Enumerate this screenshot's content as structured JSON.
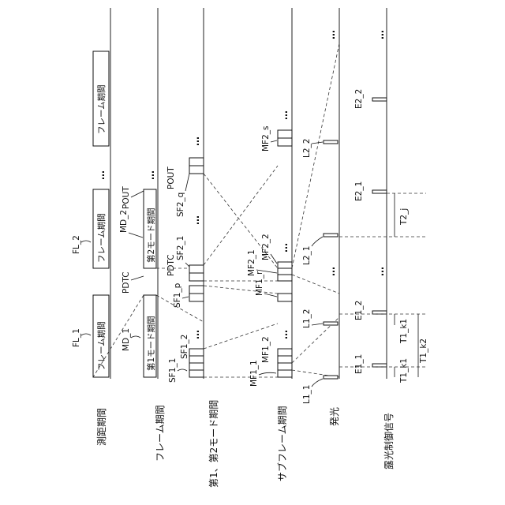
{
  "rows": {
    "ranging_period": "測距期間",
    "frame_period": "フレーム期間",
    "mode_period": "第1、第2モード期間",
    "subframe_period": "サブフレーム期間",
    "light_emission": "発光",
    "exposure_control": "露光制御信号"
  },
  "labels": {
    "fl1": "FL_1",
    "fl2": "FL_2",
    "frame1": "フレーム期間",
    "frame2": "フレーム期間",
    "frame3": "フレーム期間",
    "md1": "MD_1",
    "md2": "MD_2",
    "mode1": "第1モード期間",
    "mode2": "第2モード期間",
    "pdtc_a": "PDTC",
    "pdtc_b": "PDTC",
    "pout_a": "POUT",
    "pout_b": "POUT",
    "sf1_1": "SF1_1",
    "sf1_2": "SF1_2",
    "sf1_p": "SF1_p",
    "sf2_1": "SF2_1",
    "sf2_q": "SF2_q",
    "mf1_1": "MF1_1",
    "mf1_2": "MF1_2",
    "mf1_r": "MF1_r",
    "mf2_1": "MF2_1",
    "mf2_2": "MF2_2",
    "mf2_s": "MF2_s",
    "l1_1": "L1_1",
    "l1_2": "L1_2",
    "l2_1": "L2_1",
    "l2_2": "L2_2",
    "e1_1": "E1_1",
    "e1_2": "E1_2",
    "e2_1": "E2_1",
    "e2_2": "E2_2",
    "t1_k1a": "T1_k1",
    "t1_k1b": "T1_k1",
    "t1_k2": "T1_k2",
    "t2_j": "T2_j",
    "ellipsis": "…"
  }
}
